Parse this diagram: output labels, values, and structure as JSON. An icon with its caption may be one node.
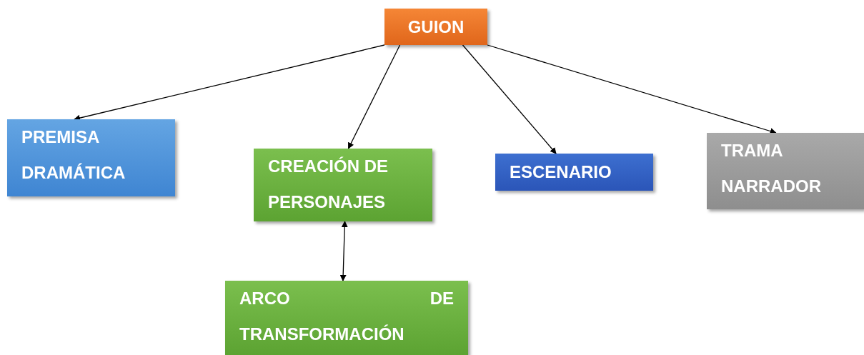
{
  "diagram": {
    "nodes": [
      {
        "text": [
          "GUION"
        ]
      },
      {
        "text": [
          "PREMISA DRAMÁTICA"
        ]
      },
      {
        "text": [
          "CREACIÓN DE PERSONAJES"
        ]
      },
      {
        "text": [
          "ESCENARIO"
        ]
      },
      {
        "text": [
          "TRAMA NARRADOR"
        ]
      },
      {
        "text": [
          "ARCO DE TRANSFORMACIÓN"
        ]
      }
    ],
    "edges": [
      {
        "from": 0,
        "to": 1,
        "arrow": "to"
      },
      {
        "from": 0,
        "to": 2,
        "arrow": "to"
      },
      {
        "from": 0,
        "to": 3,
        "arrow": "to"
      },
      {
        "from": 0,
        "to": 4,
        "arrow": "to"
      },
      {
        "from": 2,
        "to": 5,
        "arrow": "both"
      }
    ]
  }
}
